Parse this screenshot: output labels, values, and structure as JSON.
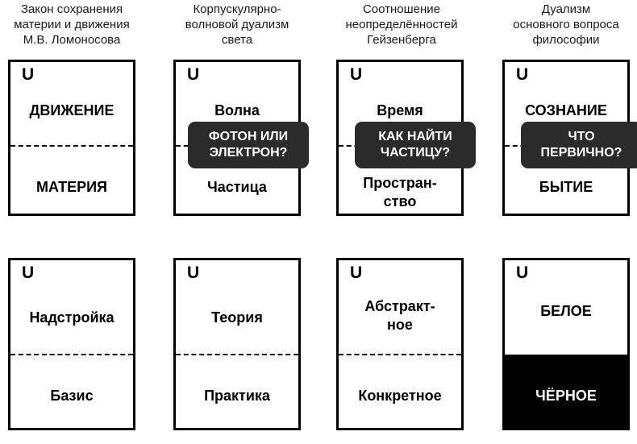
{
  "columns": [
    {
      "header": [
        "Закон сохранения",
        "материи и движения",
        "М.В. Ломоносова"
      ],
      "top": {
        "u": "U",
        "upper": [
          "ДВИЖЕНИЕ"
        ],
        "lower": [
          "МАТЕРИЯ"
        ]
      },
      "bottom": {
        "u": "U",
        "upper": [
          "Надстройка"
        ],
        "lower": [
          "Базис"
        ]
      }
    },
    {
      "header": [
        "Корпускулярно-",
        "волновой дуализм",
        "света"
      ],
      "top": {
        "u": "U",
        "upper": [
          "Волна"
        ],
        "lower": [
          "Частица"
        ],
        "bubble": [
          "ФОТОН ИЛИ",
          "ЭЛЕКТРОН?"
        ]
      },
      "bottom": {
        "u": "U",
        "upper": [
          "Теория"
        ],
        "lower": [
          "Практика"
        ]
      }
    },
    {
      "header": [
        "Соотношение",
        "неопределённостей",
        "Гейзенберга"
      ],
      "top": {
        "u": "U",
        "upper": [
          "Время"
        ],
        "lower": [
          "Простран-",
          "ство"
        ],
        "bubble": [
          "КАК НАЙТИ",
          "ЧАСТИЦУ?"
        ]
      },
      "bottom": {
        "u": "U",
        "upper": [
          "Абстракт-",
          "ное"
        ],
        "lower": [
          "Конкретное"
        ]
      }
    },
    {
      "header": [
        "Дуализм",
        "основного вопроса",
        "философии"
      ],
      "top": {
        "u": "U",
        "upper": [
          "СОЗНАНИЕ"
        ],
        "lower": [
          "БЫТИЕ"
        ],
        "bubble": [
          "ЧТО",
          "ПЕРВИЧНО?"
        ]
      },
      "bottom": {
        "u": "U",
        "upper": [
          "БЕЛОЕ"
        ],
        "lower": [
          "ЧЁРНОЕ"
        ],
        "lower_fill": "#000000"
      }
    }
  ]
}
